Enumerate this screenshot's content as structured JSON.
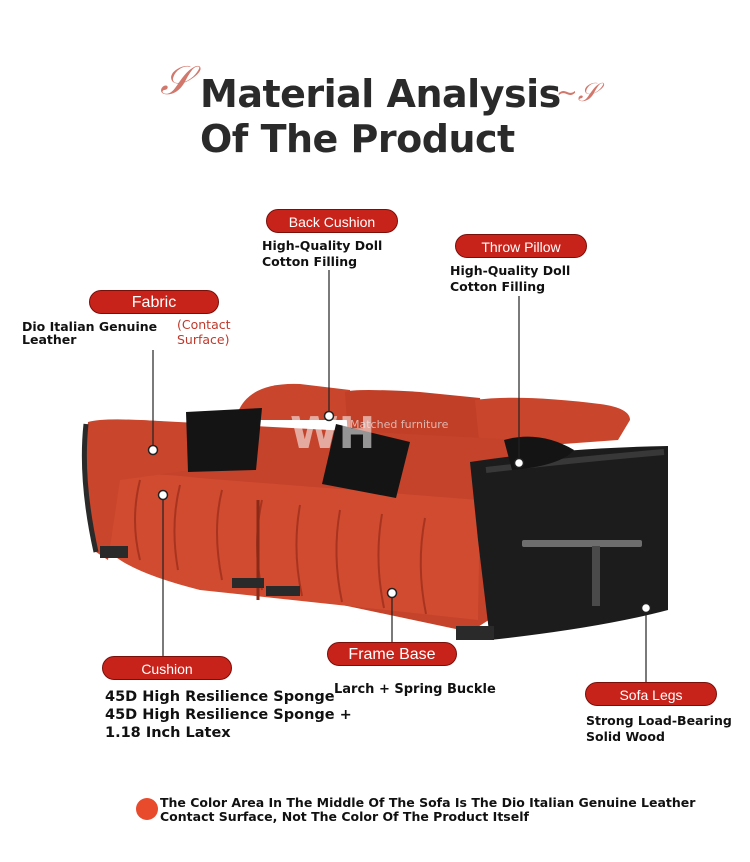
{
  "title": {
    "line1": "Material Analysis",
    "line2": "Of The Product"
  },
  "watermark": {
    "logo": "WH",
    "text": "Matched furniture"
  },
  "callouts": {
    "back_cushion": {
      "label": "Back Cushion",
      "desc": [
        "High-Quality Doll",
        "Cotton Filling"
      ]
    },
    "throw_pillow": {
      "label": "Throw Pillow",
      "desc": [
        "High-Quality Doll",
        "Cotton Filling"
      ]
    },
    "fabric": {
      "label": "Fabric",
      "desc": [
        "Dio Italian Genuine",
        "Leather"
      ],
      "note": [
        "(Contact",
        "Surface)"
      ]
    },
    "cushion": {
      "label": "Cushion",
      "desc": [
        "45D High Resilience Sponge",
        "45D High Resilience Sponge +",
        "1.18 Inch Latex"
      ]
    },
    "frame_base": {
      "label": "Frame Base",
      "desc": [
        "Larch + Spring Buckle"
      ]
    },
    "sofa_legs": {
      "label": "Sofa Legs",
      "desc": [
        "Strong Load-Bearing",
        "Solid Wood"
      ]
    }
  },
  "footer": {
    "line1": "The Color Area In The Middle Of The Sofa Is The Dio Italian Genuine Leather",
    "line2": "Contact Surface, Not The Color Of The Product Itself"
  },
  "colors": {
    "accent_red": "#c8231a",
    "sofa_orange": "#c9452c",
    "sofa_dark": "#1c1c1c",
    "footer_dot": "#e84a2c"
  }
}
